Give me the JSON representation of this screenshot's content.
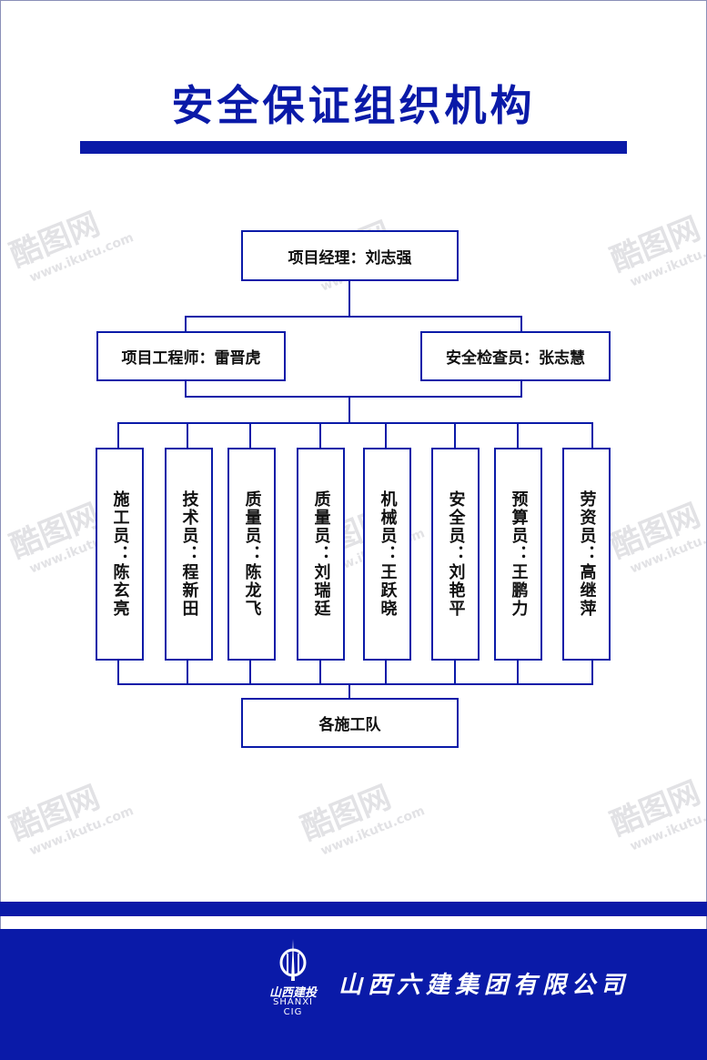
{
  "title": "安全保证组织机构",
  "org_chart": {
    "top": "项目经理：刘志强",
    "middle": [
      {
        "label": "项目工程师：雷晋虎"
      },
      {
        "label": "安全检查员：张志慧"
      }
    ],
    "staff": [
      {
        "label": "施工员：陈玄亮"
      },
      {
        "label": "技术员：程新田"
      },
      {
        "label": "质量员：陈龙飞"
      },
      {
        "label": "质量员：刘瑞廷"
      },
      {
        "label": "机械员：王跃晓"
      },
      {
        "label": "安全员：刘艳平"
      },
      {
        "label": "预算员：王鹏力"
      },
      {
        "label": "劳资员：高继萍"
      }
    ],
    "bottom": "各施工队"
  },
  "footer": {
    "logo_cn": "山西建投",
    "logo_en": "SHANXI CIG",
    "company": "山西六建集团有限公司"
  },
  "watermark": {
    "brand": "酷图网",
    "url": "www.ikutu.com"
  },
  "colors": {
    "primary_blue": "#0a1aa8",
    "background": "#ffffff",
    "text": "#111111"
  }
}
